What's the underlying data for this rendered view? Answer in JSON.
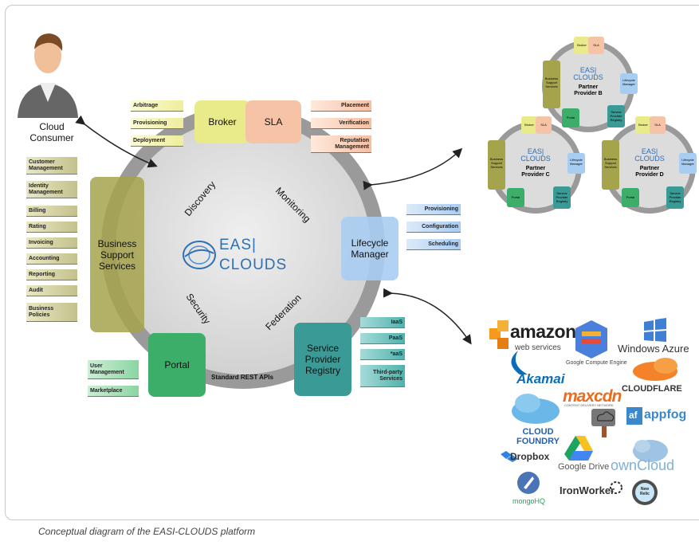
{
  "caption": "Conceptual diagram of the EASI-CLOUDS platform",
  "consumer": {
    "label": "Cloud\nConsumer"
  },
  "logo": {
    "top": "EAS|",
    "bottom": "CLOUDS"
  },
  "ring_labels": {
    "discovery": "Discovery",
    "monitoring": "Monitoring",
    "security": "Security",
    "federation": "Federation",
    "rest": "Standard REST APIs"
  },
  "modules": {
    "broker": "Broker",
    "sla": "SLA",
    "bss": "Business\nSupport\nServices",
    "lifecycle": "Lifecycle\nManager",
    "portal": "Portal",
    "registry": "Service\nProvider\nRegistry"
  },
  "broker_items": [
    "Arbitrage",
    "Provisioning",
    "Deployment"
  ],
  "sla_items": [
    "Placement",
    "Verification",
    "Reputation\nManagement"
  ],
  "bss_items": [
    "Customer\nManagement",
    "Identity\nManagement",
    "Billing",
    "Rating",
    "Invoicing",
    "Accounting",
    "Reporting",
    "Audit",
    "Business\nPolicies"
  ],
  "lifecycle_items": [
    "Provisioning",
    "Configuration",
    "Scheduling"
  ],
  "portal_items": [
    "User\nManagement",
    "Marketplace"
  ],
  "registry_items": [
    "IaaS",
    "PaaS",
    "*aaS",
    "Third-party\nServices"
  ],
  "partners": [
    {
      "name": "Partner\nProvider B",
      "broker": "Broker",
      "sla": "SLA",
      "bss": "Business\nSupport\nServices",
      "lcm": "Lifecycle\nManager",
      "portal": "Portal",
      "spr": "Service\nProvider\nRegistry",
      "logo_top": "EAS|",
      "logo_bottom": "CLOUDS"
    },
    {
      "name": "Partner\nProvider C",
      "broker": "Broker",
      "sla": "SLA",
      "bss": "Business\nSupport\nServices",
      "lcm": "Lifecycle\nManager",
      "portal": "Portal",
      "spr": "Service\nProvider\nRegistry",
      "logo_top": "EAS|",
      "logo_bottom": "CLOUDS"
    },
    {
      "name": "Partner\nProvider D",
      "broker": "Broker",
      "sla": "SLA",
      "bss": "Business\nSupport\nServices",
      "lcm": "Lifecycle\nManager",
      "portal": "Portal",
      "spr": "Service\nProvider\nRegistry",
      "logo_top": "EAS|",
      "logo_bottom": "CLOUDS"
    }
  ],
  "providers": {
    "amazon": "amazon",
    "aws": "web services",
    "google_ce": "Google Compute Engine",
    "azure": "Windows Azure",
    "akamai": "Akamai",
    "cloudflare": "CLOUDFLARE",
    "maxcdn": "maxcdn",
    "maxcdn_sub": "CONTENT DELIVERY NETWORK",
    "cloudfoundry": "CLOUD\nFOUNDRY",
    "appfog": "appfog",
    "af": "af",
    "dropbox": "Dropbox",
    "gdrive": "Google Drive",
    "owncloud": "ownCloud",
    "mongohq": "mongoHQ",
    "ironworker": "IronWorker",
    "newrelic": "New\nRelic"
  },
  "colors": {
    "ring": "#a9a9a9",
    "inner": "#d9d9d9",
    "broker": "#e9ea8a",
    "sla": "#f6c3a6",
    "bss": "#a5a34c",
    "lifecycle": "#a8cdf2",
    "portal": "#3cae6a",
    "registry": "#3a9a95"
  }
}
